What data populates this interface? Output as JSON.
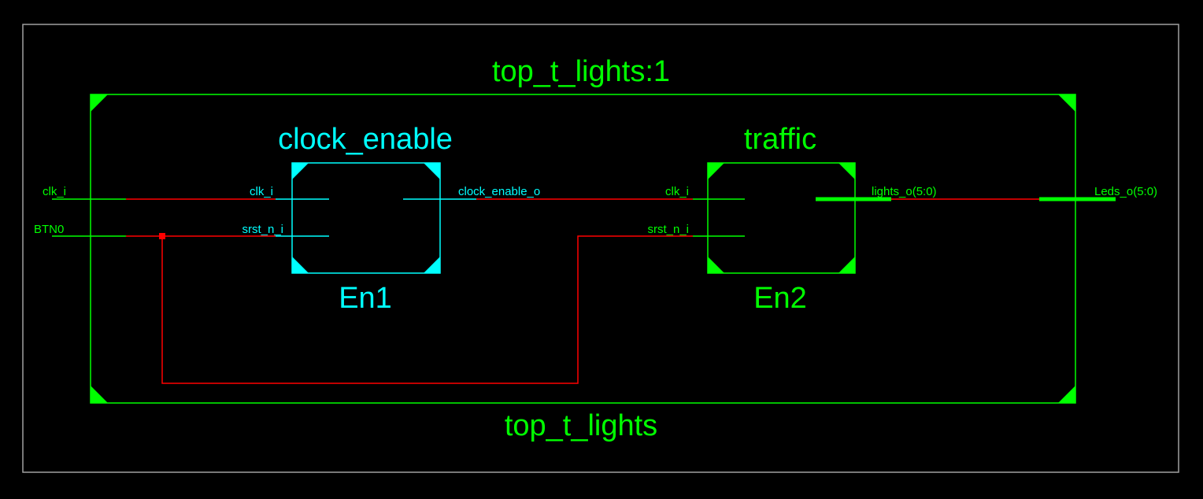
{
  "colors": {
    "background": "#000000",
    "frame": "#a0a0a0",
    "module": "#00ff00",
    "selected_instance": "#00ffff",
    "net": "#ff0000",
    "bus": "#00ff00"
  },
  "schematic": {
    "top_instance_label": "top_t_lights:1",
    "top_module_label": "top_t_lights",
    "ports": {
      "clk_in": "clk_i",
      "btn_in": "BTN0",
      "leds_out": "Leds_o(5:0)"
    },
    "instances": [
      {
        "cell": "clock_enable",
        "name": "En1",
        "color": "#00ffff",
        "pins": {
          "clk": "clk_i",
          "rst": "srst_n_i",
          "out": "clock_enable_o"
        }
      },
      {
        "cell": "traffic",
        "name": "En2",
        "color": "#00ff00",
        "pins": {
          "clk": "clk_i",
          "rst": "srst_n_i",
          "out": "lights_o(5:0)"
        }
      }
    ]
  }
}
